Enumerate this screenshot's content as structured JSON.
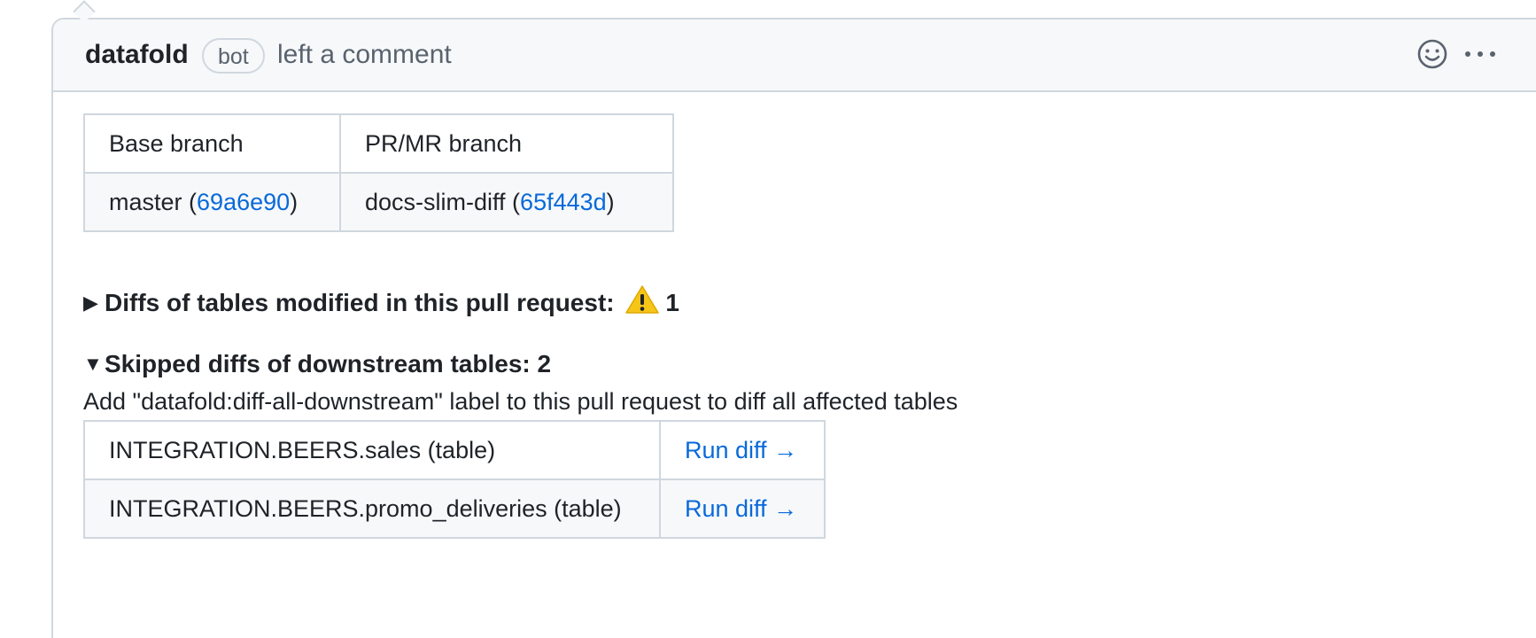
{
  "comment": {
    "author": "datafold",
    "badge": "bot",
    "action": "left a comment",
    "header_icons": [
      "smiley-icon",
      "kebab-horizontal-icon"
    ]
  },
  "branches_table": {
    "headers": [
      "Base branch",
      "PR/MR branch"
    ],
    "base": {
      "name": "master",
      "open": " (",
      "commit": "69a6e90",
      "close": ")"
    },
    "pr": {
      "name": "docs-slim-diff",
      "open": " (",
      "commit": "65f443d",
      "close": ")"
    }
  },
  "modified_section": {
    "expanded": false,
    "triangle": "▶",
    "title": "Diffs of tables modified in this pull request:",
    "warning_icon": "warning-icon",
    "count": "1"
  },
  "skipped_section": {
    "expanded": true,
    "triangle": "▼",
    "title": "Skipped diffs of downstream tables: 2",
    "hint": "Add \"datafold:diff-all-downstream\" label to this pull request to diff all affected tables",
    "rows": [
      {
        "table": "INTEGRATION.BEERS.sales (table)",
        "action": "Run diff →"
      },
      {
        "table": "INTEGRATION.BEERS.promo_deliveries (table)",
        "action": "Run diff →"
      }
    ]
  },
  "colors": {
    "link": "#0969da",
    "border": "#d0d7de",
    "header_bg": "#f6f8fa",
    "muted_text": "#59636e",
    "warning": "#f5c518"
  }
}
